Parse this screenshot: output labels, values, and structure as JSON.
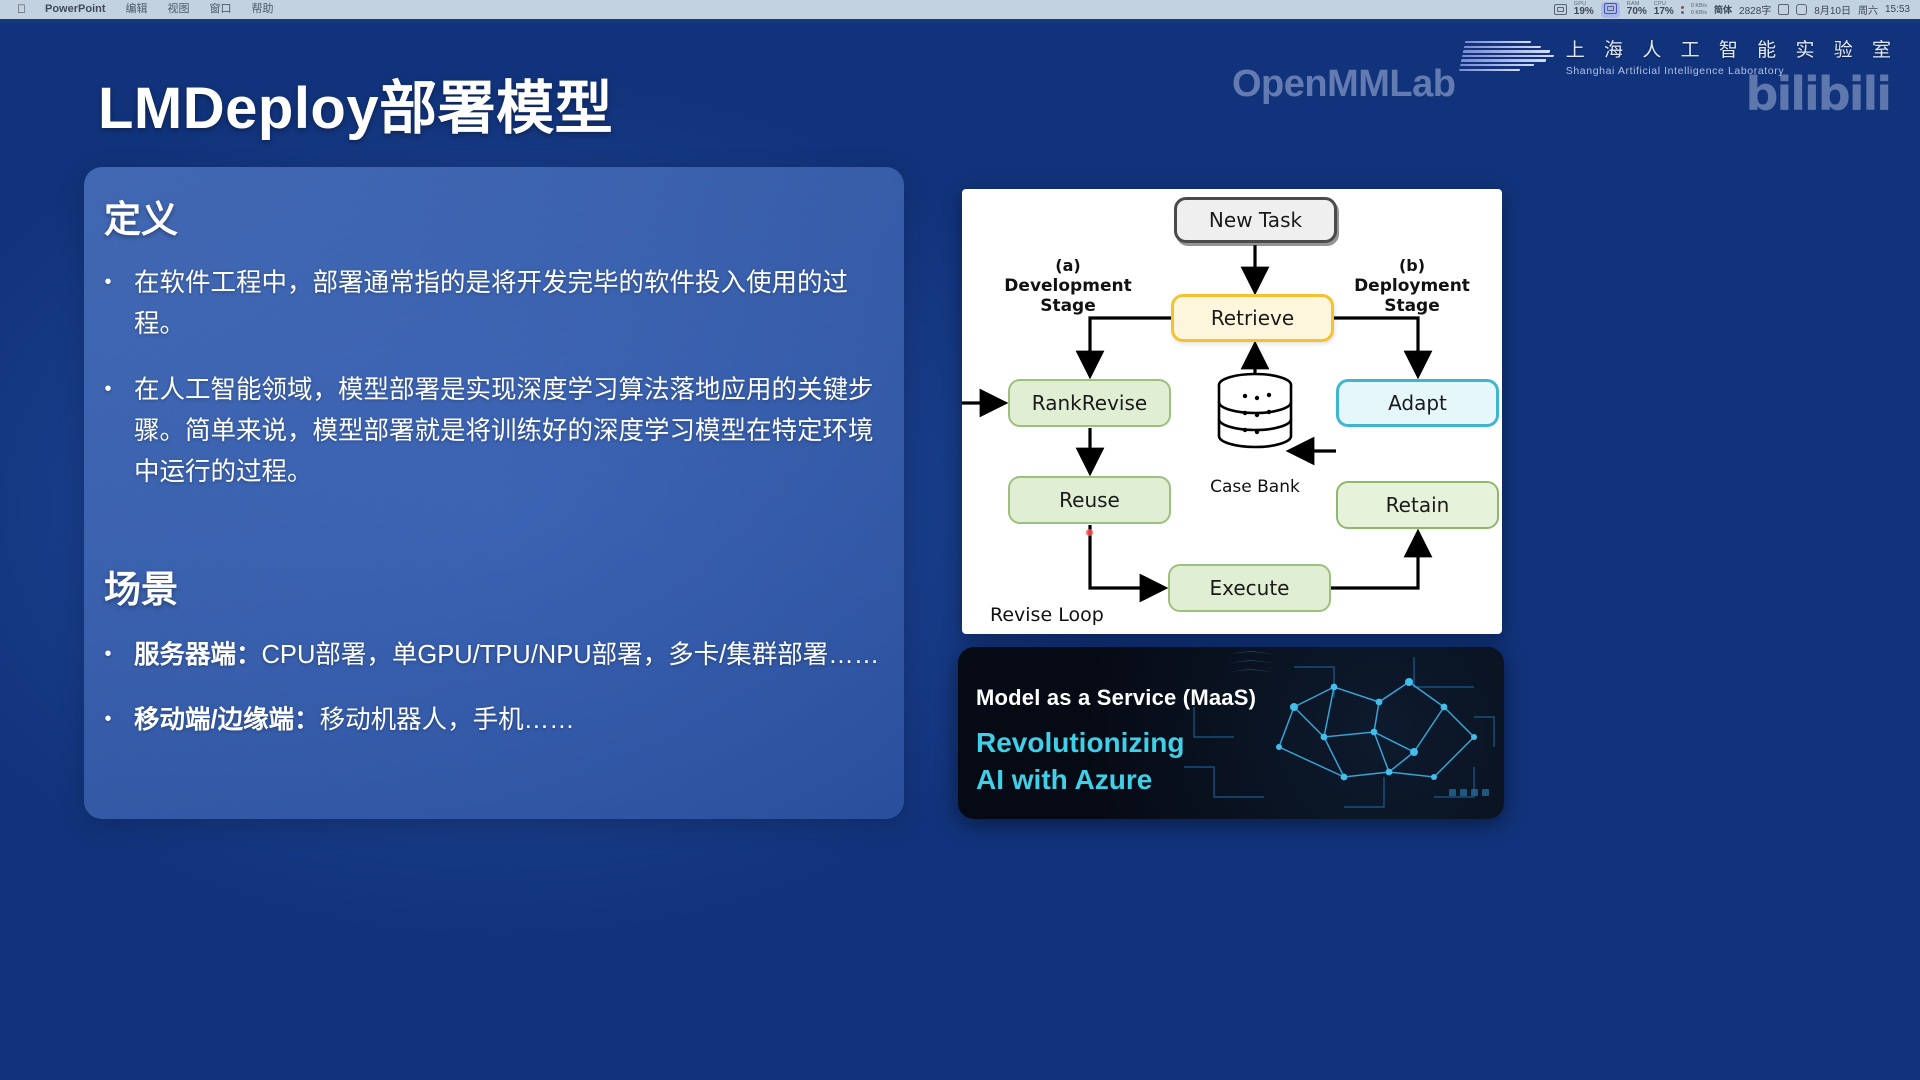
{
  "menubar": {
    "apple_icon": "apple-icon",
    "app_name": "PowerPoint",
    "menus": [
      "编辑",
      "视图",
      "窗口",
      "帮助"
    ],
    "status": {
      "gpu": {
        "label": "GPU",
        "value": "19%"
      },
      "ram": {
        "label": "RAM",
        "value": "70%"
      },
      "cpu": {
        "label": "CPU",
        "value": "17%"
      },
      "net_up": "0 KB/s",
      "net_down": "0 KB/s",
      "input_method": "简体",
      "word_count": "2828字",
      "date": "8月10日",
      "weekday": "周六",
      "time": "15:53"
    }
  },
  "slide": {
    "title": "LMDeploy部署模型",
    "branding": {
      "openmmlab_watermark": "OpenMMLab",
      "bilibili_watermark": "bilibili",
      "lab_cn": "上 海 人 工 智 能 实 验 室",
      "lab_en": "Shanghai Artificial Intelligence Laboratory"
    },
    "definition": {
      "heading": "定义",
      "bullets": [
        "在软件工程中，部署通常指的是将开发完毕的软件投入使用的过程。",
        "在人工智能领域，模型部署是实现深度学习算法落地应用的关键步骤。简单来说，模型部署就是将训练好的深度学习模型在特定环境中运行的过程。"
      ]
    },
    "scenarios": {
      "heading": "场景",
      "bullets": [
        {
          "label": "服务器端：",
          "text": "CPU部署，单GPU/TPU/NPU部署，多卡/集群部署……"
        },
        {
          "label": "移动端/边缘端：",
          "text": "移动机器人，手机……"
        }
      ]
    },
    "maas_banner": {
      "line1": "Model as a Service (MaaS)",
      "line2": "Revolutionizing",
      "line3": "AI with Azure",
      "accent_color": "#3fd0e8"
    }
  },
  "diagram": {
    "type": "flowchart",
    "nodes": [
      {
        "id": "new-task",
        "label": "New Task",
        "fill": "#efefef",
        "border": "#4a4a4a"
      },
      {
        "id": "retrieve",
        "label": "Retrieve",
        "fill": "#fdf6dd",
        "border": "#f2c230"
      },
      {
        "id": "rankrevise",
        "label": "RankRevise",
        "fill": "#e0eed4",
        "border": "#9cc07e"
      },
      {
        "id": "reuse",
        "label": "Reuse",
        "fill": "#e0eed4",
        "border": "#9cc07e"
      },
      {
        "id": "execute",
        "label": "Execute",
        "fill": "#e0eed4",
        "border": "#9cc07e"
      },
      {
        "id": "adapt",
        "label": "Adapt",
        "fill": "#e6f7fb",
        "border": "#3fb6cf"
      },
      {
        "id": "retain",
        "label": "Retain",
        "fill": "#e6f3da",
        "border": "#8fb86c"
      }
    ],
    "stage_a": {
      "tag": "(a)",
      "line1": "Development",
      "line2": "Stage"
    },
    "stage_b": {
      "tag": "(b)",
      "line1": "Deployment",
      "line2": "Stage"
    },
    "case_bank_label": "Case Bank",
    "revise_loop_label": "Revise Loop"
  }
}
